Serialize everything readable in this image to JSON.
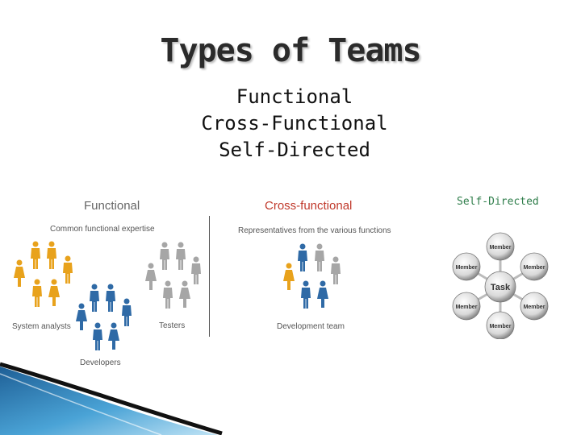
{
  "slide": {
    "title": "Types of Teams",
    "items": [
      "Functional",
      "Cross-Functional",
      "Self-Directed"
    ]
  },
  "functional_panel": {
    "heading": "Functional",
    "caption": "Common functional expertise",
    "groups": [
      "System analysts",
      "Developers",
      "Testers"
    ]
  },
  "cross_panel": {
    "heading": "Cross-functional",
    "caption": "Representatives from the various functions",
    "group": "Development team"
  },
  "self_directed": {
    "heading": "Self-Directed",
    "center": "Task",
    "members": [
      "Member",
      "Member",
      "Member",
      "Member",
      "Member",
      "Member"
    ]
  },
  "colors": {
    "analyst": "#e8a21c",
    "developer": "#2f6aa6",
    "tester": "#a6a6a6",
    "functional_heading": "#666666",
    "cross_heading": "#c0392b",
    "self_heading": "#2e7d4a"
  }
}
